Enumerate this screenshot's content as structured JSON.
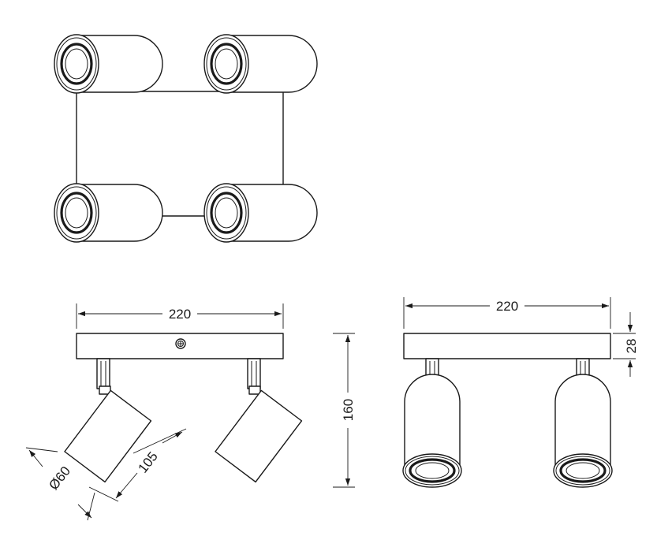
{
  "drawing": {
    "dimensions": {
      "front_width": "220",
      "side_width": "220",
      "height": "160",
      "base_thickness": "28",
      "head_length": "105",
      "head_diameter": "Ø60"
    }
  }
}
